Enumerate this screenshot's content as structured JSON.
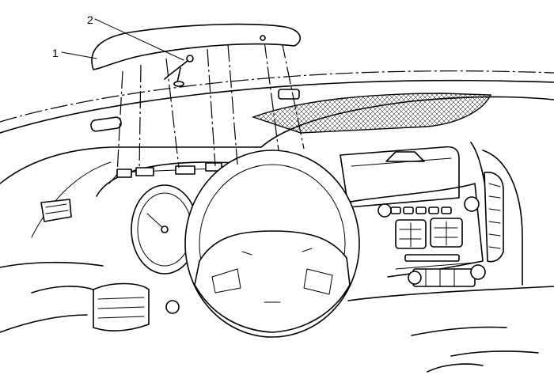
{
  "figure": {
    "callouts": [
      {
        "number": "1",
        "part": "cover"
      },
      {
        "number": "2",
        "part": "fastener"
      }
    ],
    "colors": {
      "line": "#000000",
      "background": "#ffffff"
    }
  }
}
